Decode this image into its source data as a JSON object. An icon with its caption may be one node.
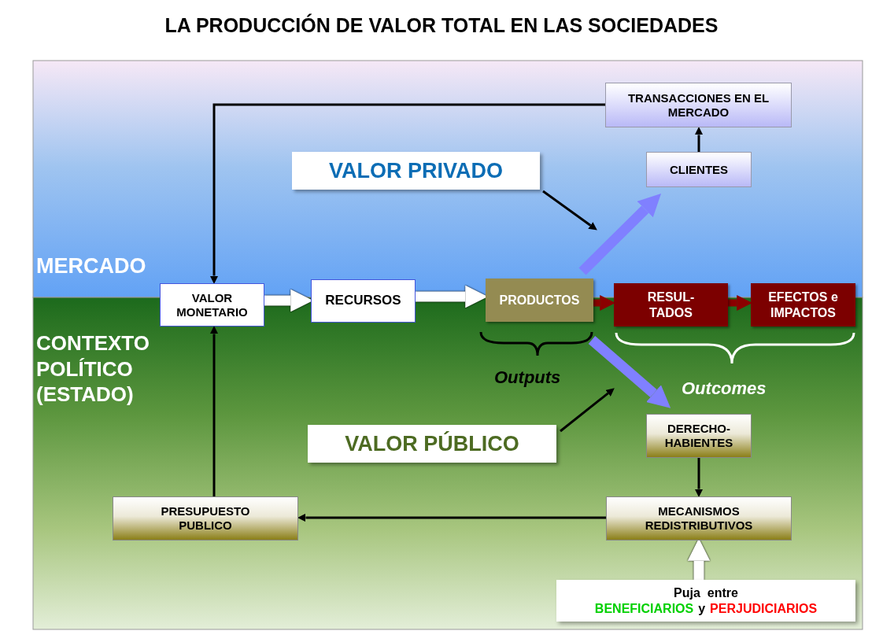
{
  "diagram": {
    "title": "LA PRODUCCIÓN  DE VALOR TOTAL EN LAS SOCIEDADES",
    "nodes": [
      {
        "text": [
          "TRANSACCIONES EN EL MERCADO"
        ]
      },
      {
        "text": [
          "CLIENTES"
        ]
      },
      {
        "text": [
          "VALOR PRIVADO"
        ]
      },
      {
        "text": [
          "VALOR MONETARIO"
        ]
      },
      {
        "text": [
          "RECURSOS"
        ]
      },
      {
        "text": [
          "PRODUCTOS"
        ]
      },
      {
        "text": [
          "RESUL- TADOS"
        ]
      },
      {
        "text": [
          "EFECTOS e IMPACTOS"
        ]
      },
      {
        "text": [
          "VALOR PÚBLICO"
        ]
      },
      {
        "text": [
          "DERECHO- HABIENTES"
        ]
      },
      {
        "text": [
          "MECANISMOS REDISTRIBUTIVOS"
        ]
      },
      {
        "text": [
          "PRESUPUESTO PUBLICO"
        ]
      },
      {
        "text": [
          "Puja  entre",
          "BENEFICIARIOS",
          "y",
          "PERJUDICIARIOS"
        ]
      }
    ],
    "edges": [
      {
        "from": 0,
        "to": 3,
        "arrow": "to"
      },
      {
        "from": 1,
        "to": 0,
        "arrow": "to"
      },
      {
        "from": 2,
        "to": null,
        "arrow": "to"
      },
      {
        "from": 5,
        "to": 1,
        "arrow": "to",
        "style": "thick",
        "color": "#8080ff"
      },
      {
        "from": 3,
        "to": 4,
        "arrow": "to",
        "style": "thick",
        "color": "#ffffff"
      },
      {
        "from": 4,
        "to": 5,
        "arrow": "to",
        "style": "thick",
        "color": "#ffffff"
      },
      {
        "from": 5,
        "to": 6,
        "arrow": "to",
        "style": "thick",
        "color": "#8b0000"
      },
      {
        "from": 6,
        "to": 7,
        "arrow": "to",
        "style": "thick",
        "color": "#8b0000"
      },
      {
        "from": 5,
        "to": 9,
        "arrow": "to",
        "style": "thick",
        "color": "#8080ff"
      },
      {
        "from": 8,
        "to": null,
        "arrow": "to"
      },
      {
        "from": 9,
        "to": 10,
        "arrow": "to"
      },
      {
        "from": 10,
        "to": 11,
        "arrow": "to"
      },
      {
        "from": 11,
        "to": 3,
        "arrow": "to"
      },
      {
        "from": 12,
        "to": 10,
        "arrow": "to",
        "style": "thick",
        "color": "#ffffff"
      }
    ],
    "labels": [
      "MERCADO",
      "CONTEXTO POLÍTICO (ESTADO)",
      "Outputs",
      "Outcomes"
    ]
  }
}
